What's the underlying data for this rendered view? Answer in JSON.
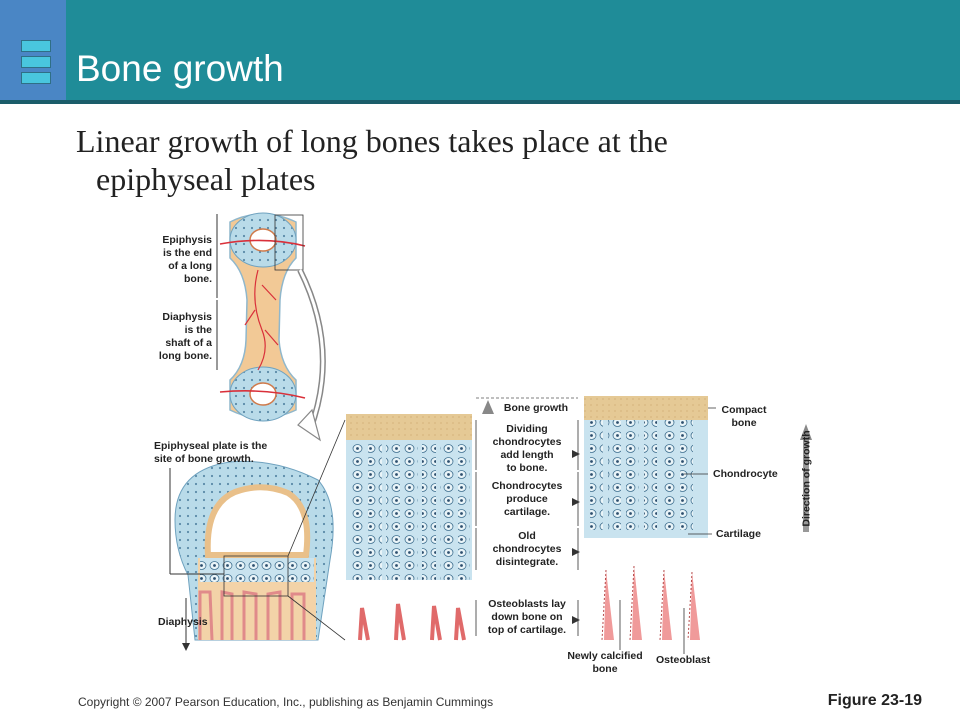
{
  "header": {
    "title": "Bone growth"
  },
  "subtitle": {
    "line1": "Linear growth of long bones takes place at the",
    "line2": "epiphyseal plates"
  },
  "labels": {
    "epiphysis": [
      "Epiphysis",
      "is the end",
      "of a long",
      "bone."
    ],
    "diaphysis_long": [
      "Diaphysis",
      "is the",
      "shaft of a",
      "long bone."
    ],
    "plate": [
      "Epiphyseal plate is the",
      "site of bone growth."
    ],
    "diaphysis_short": "Diaphysis",
    "bone_growth": "Bone growth",
    "dividing": [
      "Dividing",
      "chondrocytes",
      "add length",
      "to bone."
    ],
    "produce": [
      "Chondrocytes",
      "produce",
      "cartilage."
    ],
    "old": [
      "Old",
      "chondrocytes",
      "disintegrate."
    ],
    "osteoblasts": [
      "Osteoblasts lay",
      "down bone on",
      "top of cartilage."
    ],
    "compact": [
      "Compact",
      "bone"
    ],
    "chondrocyte": "Chondrocyte",
    "cartilage": "Cartilage",
    "direction": "Direction of growth",
    "newly": [
      "Newly calcified",
      "bone"
    ],
    "osteoblast": "Osteoblast"
  },
  "footer": {
    "copyright": "Copyright © 2007 Pearson Education, Inc., publishing as Benjamin Cummings",
    "figure": "Figure 23-19"
  }
}
